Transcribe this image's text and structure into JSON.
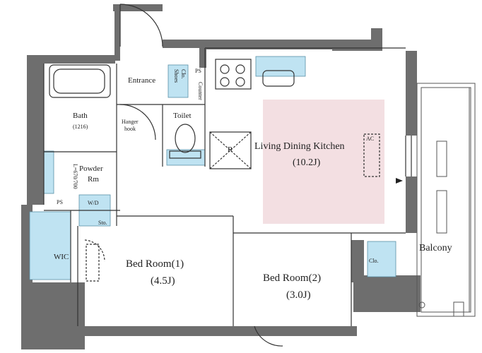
{
  "rooms": {
    "entrance": "Entrance",
    "shoes_closet_1": "Shoes",
    "shoes_closet_2": "Clo.",
    "ps_top": "PS",
    "counter": "Counter",
    "bath": "Bath",
    "bath_size": "(1216)",
    "hanger_hook_1": "Hanger",
    "hanger_hook_2": "hook",
    "toilet": "Toilet",
    "powder_room_1": "Powder",
    "powder_room_2": "Rm",
    "l_label": "L=670/700",
    "ps_left": "PS",
    "wd": "W/D",
    "sto": "Sto.",
    "wic": "WIC",
    "ac": "AC",
    "fridge": "R",
    "ldk": "Living Dining Kitchen",
    "ldk_size": "(10.2J)",
    "bedroom1": "Bed Room(1)",
    "bedroom1_size": "(4.5J)",
    "bedroom2": "Bed Room(2)",
    "bedroom2_size": "(3.0J)",
    "closet": "Clo.",
    "balcony": "Balcony"
  },
  "colors": {
    "wall": "#6e6e6e",
    "fixture_blue": "#bfe3f2",
    "ldk_pink": "#f3dfe2",
    "line": "#333333"
  }
}
